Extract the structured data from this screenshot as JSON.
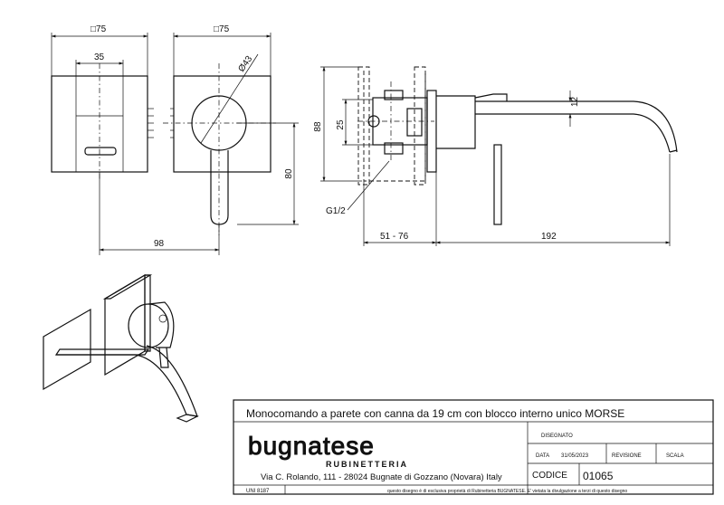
{
  "dimensions": {
    "front_width_left": "75",
    "front_width_right": "75",
    "handle_width": "35",
    "knob_diameter": "43",
    "lever_offset": "80",
    "total_drop": "98",
    "body_height": "88",
    "inner_height": "25",
    "spout_thickness": "12",
    "thread": "G1/2",
    "wall_depth": "51 - 76",
    "spout_length": "192"
  },
  "title_block": {
    "product_title": "Monocomando a parete con canna da 19 cm con blocco interno unico MORSE",
    "brand_name": "bugnatese",
    "brand_sub": "RUBINETTERIA",
    "address": "Via C. Rolando, 111 - 28024 Bugnate di Gozzano (Novara) Italy",
    "drawn_label": "DISEGNATO",
    "date_label": "DATA",
    "date_value": "31/05/2023",
    "revision_label": "REVISIONE",
    "scale_label": "SCALA",
    "code_label": "CODICE",
    "code_value": "01065",
    "standard": "UNI 8187",
    "notice": "questo disegno è di esclusiva proprietà di Rubinetteria BUGNATESE. E' vietata la divulgazione a terzi di questo disegno"
  }
}
